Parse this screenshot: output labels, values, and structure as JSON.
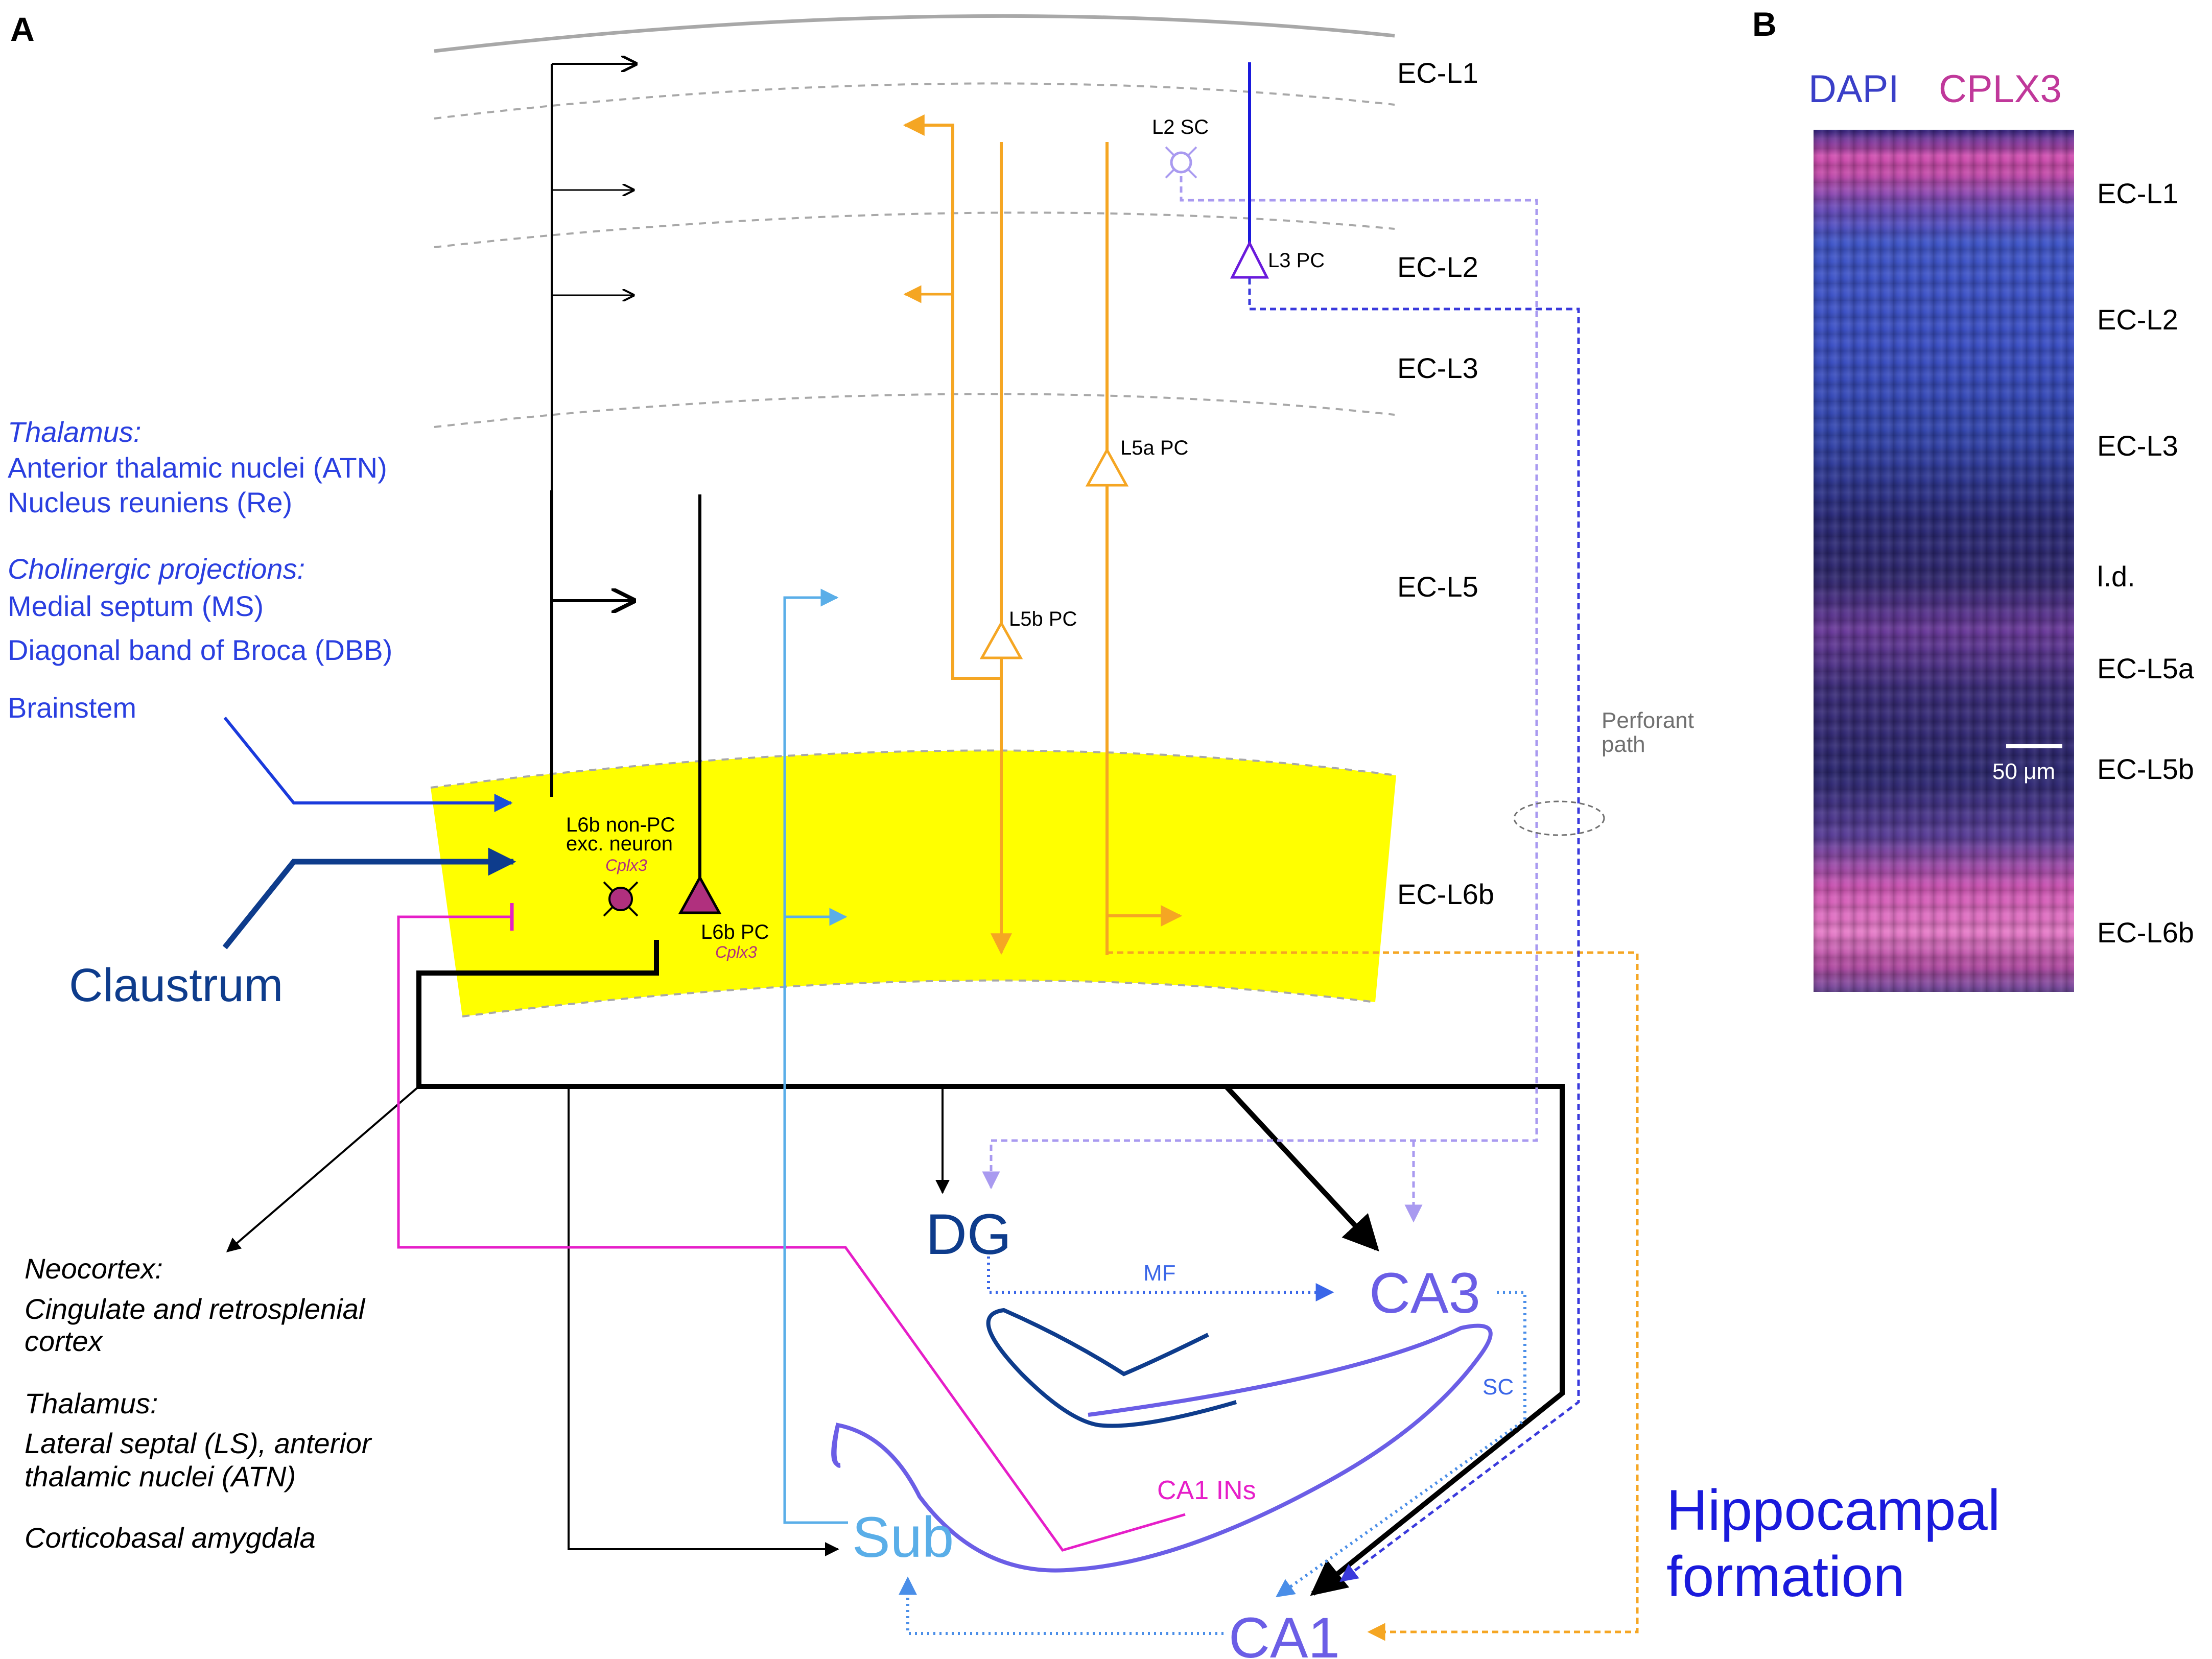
{
  "panel_a": {
    "letter": "A",
    "layers": {
      "l1": "EC-L1",
      "l2": "EC-L2",
      "l3": "EC-L3",
      "l5": "EC-L5",
      "l6b": "EC-L6b"
    },
    "inputs": {
      "thalamus_title": "Thalamus:",
      "atn": "Anterior thalamic nuclei (ATN)",
      "re": "Nucleus reuniens (Re)",
      "cholinergic_title": "Cholinergic projections:",
      "ms": "Medial septum (MS)",
      "dbb": "Diagonal band of Broca (DBB)",
      "brainstem": "Brainstem",
      "claustrum": "Claustrum"
    },
    "neurons": {
      "l2sc": "L2 SC",
      "l3pc": "L3 PC",
      "l5apc": "L5a PC",
      "l5bpc": "L5b PC",
      "l6b_nonpc_line1": "L6b non-PC",
      "l6b_nonpc_line2": "exc. neuron",
      "cplx3_a": "Cplx3",
      "l6bpc": "L6b PC",
      "cplx3_b": "Cplx3"
    },
    "pathways": {
      "perforant_line1": "Perforant",
      "perforant_line2": "path",
      "mf": "MF",
      "sc": "SC",
      "ca1ins": "CA1 INs"
    },
    "regions": {
      "dg": "DG",
      "ca3": "CA3",
      "ca1": "CA1",
      "sub": "Sub",
      "hippo_line1": "Hippocampal",
      "hippo_line2": "formation"
    },
    "outputs": {
      "neocortex_title": "Neocortex:",
      "cingulate_line1": "Cingulate and retrosplenial",
      "cingulate_line2": "cortex",
      "thalamus_title": "Thalamus:",
      "ls_line1": "Lateral septal (LS), anterior",
      "ls_line2": "thalamic nuclei (ATN)",
      "amygdala": "Corticobasal amygdala"
    },
    "colors": {
      "l6b_band": "#ffff00",
      "orange": "#f5a623",
      "lightblue": "#5aaee8",
      "magenta": "#e61ec8",
      "blue": "#1a1adc",
      "navy": "#0e3c8c",
      "lavender": "#a99af0",
      "ca_purple": "#6b5ee6"
    }
  },
  "panel_b": {
    "letter": "B",
    "stain_dapi": "DAPI",
    "stain_cplx3": "CPLX3",
    "scale": "50 μm",
    "layers": [
      "EC-L1",
      "EC-L2",
      "EC-L3",
      "l.d.",
      "EC-L5a",
      "EC-L5b",
      "EC-L6b"
    ],
    "colors": {
      "dapi": "#3a3fc8",
      "cplx3": "#c0389a"
    }
  }
}
